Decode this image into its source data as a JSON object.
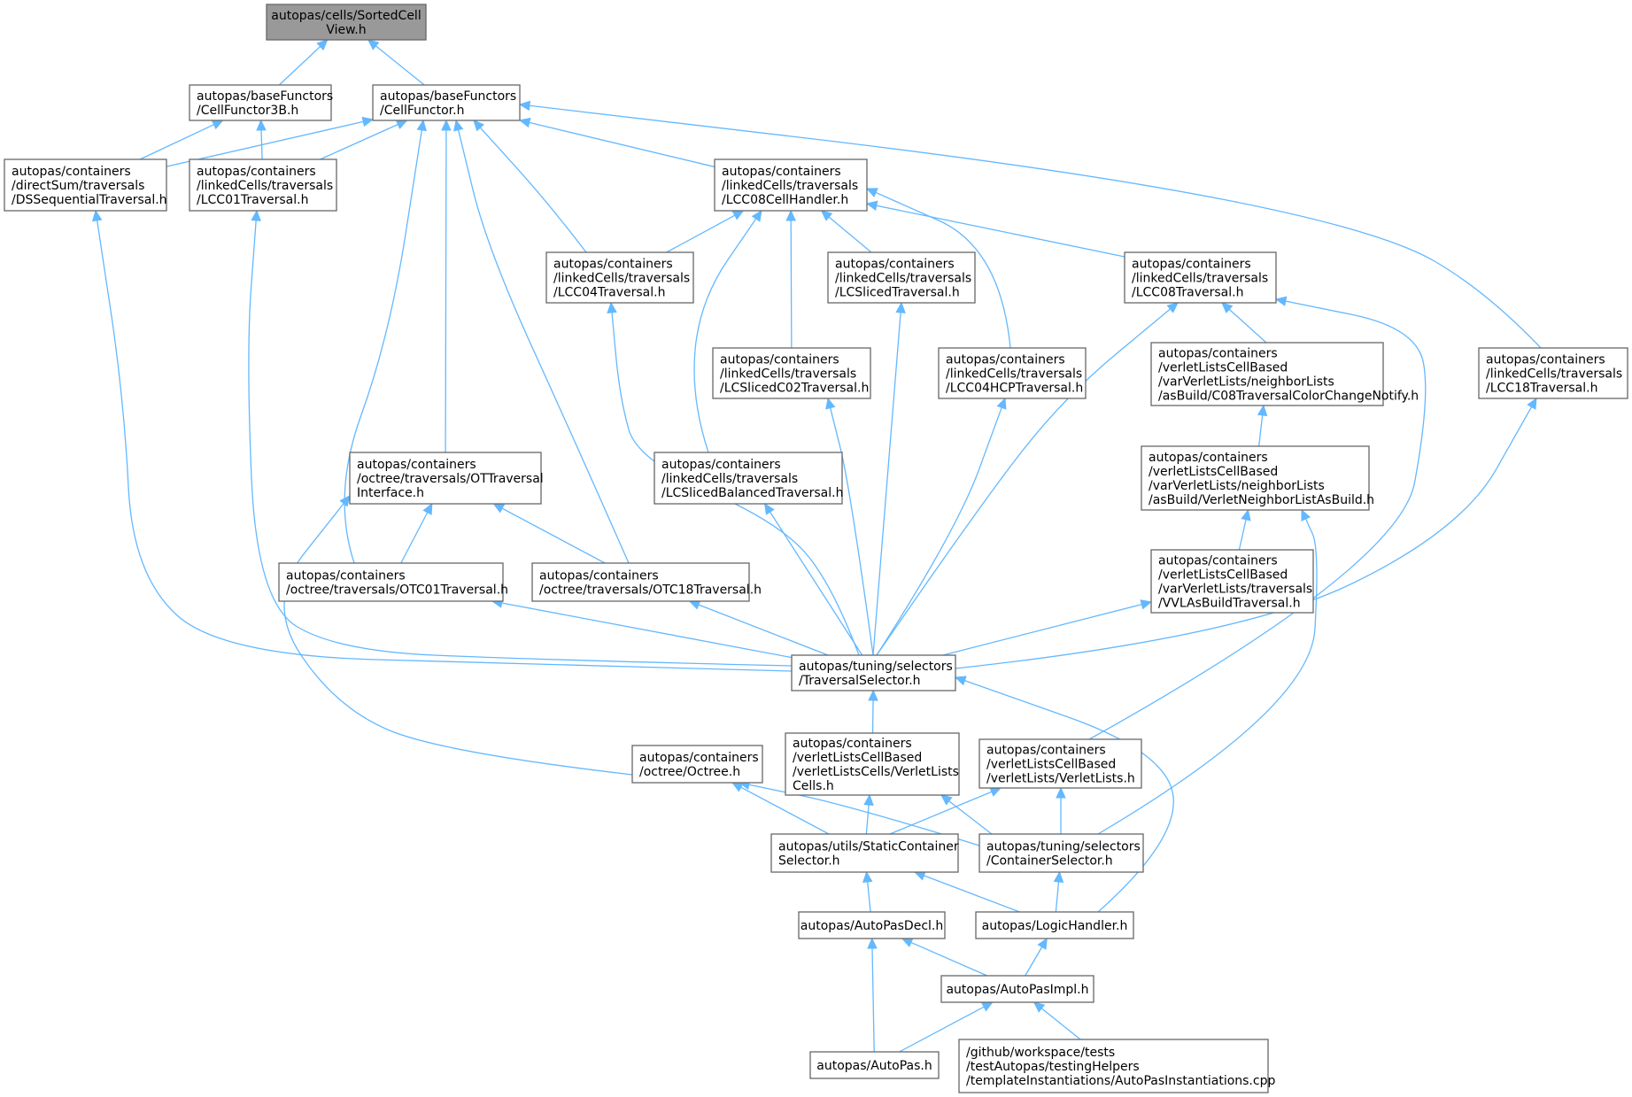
{
  "colors": {
    "edge": "#63b8ff",
    "node_border": "#666666",
    "root_fill": "#999999",
    "node_fill": "#ffffff"
  },
  "nodes": [
    {
      "id": "sortedcellview",
      "lines": [
        "autopas/cells/SortedCell",
        "View.h"
      ],
      "root": true
    },
    {
      "id": "cellfunctor3b",
      "lines": [
        "autopas/baseFunctors",
        "/CellFunctor3B.h"
      ]
    },
    {
      "id": "cellfunctor",
      "lines": [
        "autopas/baseFunctors",
        "/CellFunctor.h"
      ]
    },
    {
      "id": "dssequential",
      "lines": [
        "autopas/containers",
        "/directSum/traversals",
        "/DSSequentialTraversal.h"
      ]
    },
    {
      "id": "lcc01",
      "lines": [
        "autopas/containers",
        "/linkedCells/traversals",
        "/LCC01Traversal.h"
      ]
    },
    {
      "id": "lcc08cellhandler",
      "lines": [
        "autopas/containers",
        "/linkedCells/traversals",
        "/LCC08CellHandler.h"
      ]
    },
    {
      "id": "lcc04",
      "lines": [
        "autopas/containers",
        "/linkedCells/traversals",
        "/LCC04Traversal.h"
      ]
    },
    {
      "id": "lcsliced",
      "lines": [
        "autopas/containers",
        "/linkedCells/traversals",
        "/LCSlicedTraversal.h"
      ]
    },
    {
      "id": "lcc08",
      "lines": [
        "autopas/containers",
        "/linkedCells/traversals",
        "/LCC08Traversal.h"
      ]
    },
    {
      "id": "lcslicedc02",
      "lines": [
        "autopas/containers",
        "/linkedCells/traversals",
        "/LCSlicedC02Traversal.h"
      ]
    },
    {
      "id": "lcc04hcp",
      "lines": [
        "autopas/containers",
        "/linkedCells/traversals",
        "/LCC04HCPTraversal.h"
      ]
    },
    {
      "id": "c08colorchange",
      "lines": [
        "autopas/containers",
        "/verletListsCellBased",
        "/varVerletLists/neighborLists",
        "/asBuild/C08TraversalColorChangeNotify.h"
      ]
    },
    {
      "id": "lcc18",
      "lines": [
        "autopas/containers",
        "/linkedCells/traversals",
        "/LCC18Traversal.h"
      ]
    },
    {
      "id": "ottraversalinterface",
      "lines": [
        "autopas/containers",
        "/octree/traversals/OTTraversal",
        "Interface.h"
      ]
    },
    {
      "id": "lcslicedbalanced",
      "lines": [
        "autopas/containers",
        "/linkedCells/traversals",
        "/LCSlicedBalancedTraversal.h"
      ]
    },
    {
      "id": "verletneighborlistasbuild",
      "lines": [
        "autopas/containers",
        "/verletListsCellBased",
        "/varVerletLists/neighborLists",
        "/asBuild/VerletNeighborListAsBuild.h"
      ]
    },
    {
      "id": "otc01",
      "lines": [
        "autopas/containers",
        "/octree/traversals/OTC01Traversal.h"
      ]
    },
    {
      "id": "otc18",
      "lines": [
        "autopas/containers",
        "/octree/traversals/OTC18Traversal.h"
      ]
    },
    {
      "id": "vvlasbuild",
      "lines": [
        "autopas/containers",
        "/verletListsCellBased",
        "/varVerletLists/traversals",
        "/VVLAsBuildTraversal.h"
      ]
    },
    {
      "id": "traversalselector",
      "lines": [
        "autopas/tuning/selectors",
        "/TraversalSelector.h"
      ]
    },
    {
      "id": "octree",
      "lines": [
        "autopas/containers",
        "/octree/Octree.h"
      ]
    },
    {
      "id": "verletlistscells",
      "lines": [
        "autopas/containers",
        "/verletListsCellBased",
        "/verletListsCells/VerletLists",
        "Cells.h"
      ]
    },
    {
      "id": "verletlists",
      "lines": [
        "autopas/containers",
        "/verletListsCellBased",
        "/verletLists/VerletLists.h"
      ]
    },
    {
      "id": "staticcontainerselector",
      "lines": [
        "autopas/utils/StaticContainer",
        "Selector.h"
      ]
    },
    {
      "id": "containerselector",
      "lines": [
        "autopas/tuning/selectors",
        "/ContainerSelector.h"
      ]
    },
    {
      "id": "autopasdecl",
      "lines": [
        "autopas/AutoPasDecl.h"
      ]
    },
    {
      "id": "logichandler",
      "lines": [
        "autopas/LogicHandler.h"
      ]
    },
    {
      "id": "autopasimpl",
      "lines": [
        "autopas/AutoPasImpl.h"
      ]
    },
    {
      "id": "autopas",
      "lines": [
        "autopas/AutoPas.h"
      ]
    },
    {
      "id": "autopasinstantiations",
      "lines": [
        "/github/workspace/tests",
        "/testAutopas/testingHelpers",
        "/templateInstantiations/AutoPasInstantiations.cpp"
      ]
    }
  ],
  "edges": [
    [
      "sortedcellview",
      "cellfunctor3b"
    ],
    [
      "sortedcellview",
      "cellfunctor"
    ],
    [
      "cellfunctor3b",
      "dssequential"
    ],
    [
      "cellfunctor3b",
      "lcc01"
    ],
    [
      "cellfunctor",
      "dssequential"
    ],
    [
      "cellfunctor",
      "lcc01"
    ],
    [
      "cellfunctor",
      "lcc08cellhandler"
    ],
    [
      "cellfunctor",
      "lcc04"
    ],
    [
      "cellfunctor",
      "lcc18"
    ],
    [
      "cellfunctor",
      "ottraversalinterface"
    ],
    [
      "cellfunctor",
      "otc01"
    ],
    [
      "cellfunctor",
      "otc18"
    ],
    [
      "dssequential",
      "traversalselector"
    ],
    [
      "lcc01",
      "traversalselector"
    ],
    [
      "lcc08cellhandler",
      "lcc04"
    ],
    [
      "lcc08cellhandler",
      "lcsliced"
    ],
    [
      "lcc08cellhandler",
      "lcc08"
    ],
    [
      "lcc08cellhandler",
      "lcslicedc02"
    ],
    [
      "lcc08cellhandler",
      "lcc04hcp"
    ],
    [
      "lcc08cellhandler",
      "lcslicedbalanced"
    ],
    [
      "lcc04",
      "traversalselector"
    ],
    [
      "lcsliced",
      "traversalselector"
    ],
    [
      "lcc08",
      "c08colorchange"
    ],
    [
      "lcc08",
      "traversalselector"
    ],
    [
      "lcc08",
      "verletlists"
    ],
    [
      "lcslicedc02",
      "traversalselector"
    ],
    [
      "lcc04hcp",
      "traversalselector"
    ],
    [
      "c08colorchange",
      "verletneighborlistasbuild"
    ],
    [
      "lcc18",
      "traversalselector"
    ],
    [
      "ottraversalinterface",
      "otc01"
    ],
    [
      "ottraversalinterface",
      "otc18"
    ],
    [
      "ottraversalinterface",
      "octree"
    ],
    [
      "lcslicedbalanced",
      "traversalselector"
    ],
    [
      "verletneighborlistasbuild",
      "vvlasbuild"
    ],
    [
      "verletneighborlistasbuild",
      "containerselector"
    ],
    [
      "otc01",
      "traversalselector"
    ],
    [
      "otc18",
      "traversalselector"
    ],
    [
      "vvlasbuild",
      "traversalselector"
    ],
    [
      "traversalselector",
      "verletlistscells"
    ],
    [
      "traversalselector",
      "logichandler"
    ],
    [
      "octree",
      "staticcontainerselector"
    ],
    [
      "octree",
      "containerselector"
    ],
    [
      "verletlistscells",
      "staticcontainerselector"
    ],
    [
      "verletlistscells",
      "containerselector"
    ],
    [
      "verletlists",
      "staticcontainerselector"
    ],
    [
      "verletlists",
      "containerselector"
    ],
    [
      "staticcontainerselector",
      "autopasdecl"
    ],
    [
      "staticcontainerselector",
      "logichandler"
    ],
    [
      "containerselector",
      "logichandler"
    ],
    [
      "autopasdecl",
      "autopasimpl"
    ],
    [
      "autopasdecl",
      "autopas"
    ],
    [
      "logichandler",
      "autopasimpl"
    ],
    [
      "autopasimpl",
      "autopas"
    ],
    [
      "autopasimpl",
      "autopasinstantiations"
    ]
  ]
}
